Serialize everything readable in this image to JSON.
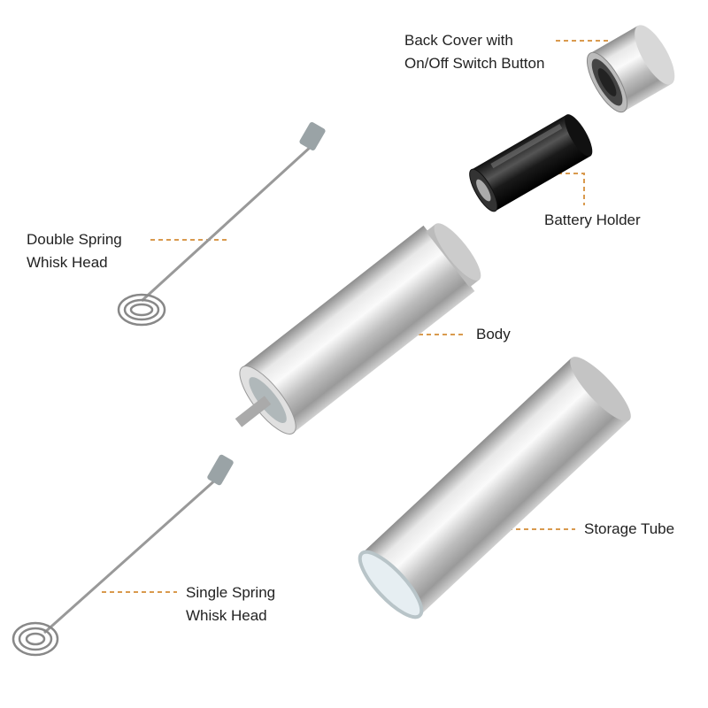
{
  "labels": {
    "back_cover": [
      "Back Cover with",
      "On/Off Switch Button"
    ],
    "battery_holder": "Battery Holder",
    "double_whisk": [
      "Double Spring",
      "Whisk Head"
    ],
    "body": "Body",
    "storage_tube": "Storage Tube",
    "single_whisk": [
      "Single Spring",
      "Whisk Head"
    ]
  },
  "colors": {
    "leader": "#d99a4e",
    "text": "#222222",
    "steel": "#c8c8c8",
    "cap": "#9aa3a6"
  }
}
